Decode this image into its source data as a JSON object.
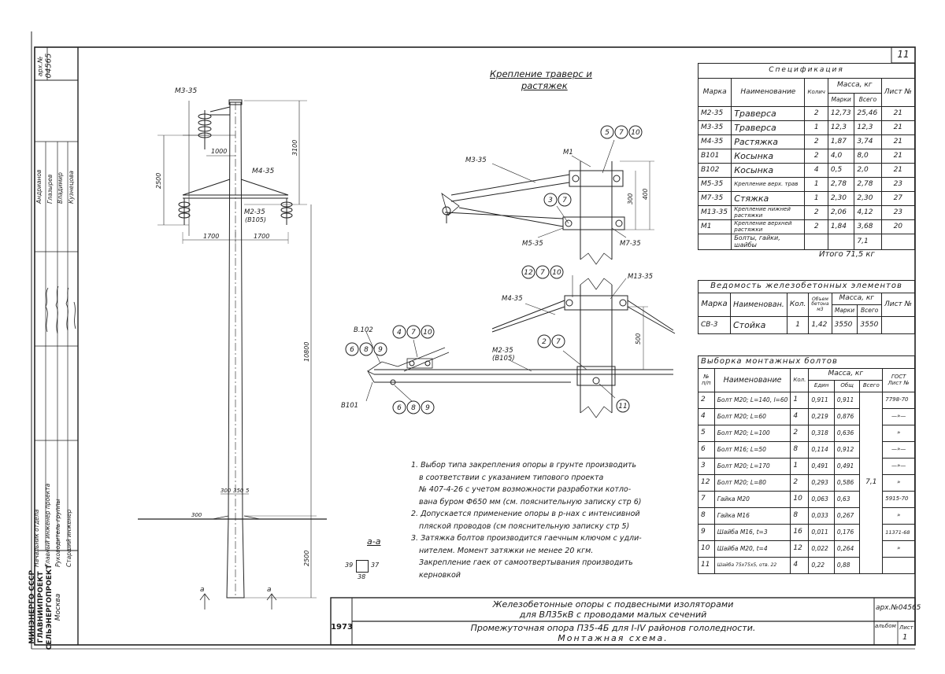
{
  "sheet_number": "11",
  "archive_no": "04565",
  "arch_label": "арх.№",
  "archive_full": "арх.№04565",
  "year": "1973",
  "org": {
    "l1": "МИНЭНЕРГО СССР",
    "l2": "ГЛАВНИИПРОЕКТ",
    "l3": "СЕЛЬЭНЕРГОПРОЕКТ",
    "l4": "Москва"
  },
  "roles": [
    "Начальник отдела",
    "Главный инженер проекта",
    "Руководитель группы",
    "Старший инженер"
  ],
  "names": [
    "Андрианов",
    "Глазырев",
    "Владимир",
    "Кузнецова"
  ],
  "stamp_title": {
    "line1": "Железобетонные опоры с подвесными изоляторами",
    "line2": "для ВЛ35кВ с проводами малых сечений",
    "line3": "Промежуточная опора П35-4Б для I-IV районов гололедности.",
    "line4": "Монтажная схема."
  },
  "stamp_album": "альбом",
  "stamp_sheet": "Лист",
  "stamp_sheet_no": "1",
  "drawing": {
    "m3": "М3-35",
    "m4": "М4-35",
    "m2": "М2-35",
    "b105": "(В105)",
    "d1000": "1000",
    "d2500a": "2500",
    "d3100": "3100",
    "d1700a": "1700",
    "d1700b": "1700",
    "d10800": "10800",
    "d2500b": "2500",
    "d300": "300",
    "d350": "350",
    "d5": "5",
    "ground": "300"
  },
  "detail": {
    "title_l1": "Крепление траверс   и",
    "title_l2": "растяжек",
    "callout_a": [
      "5",
      "7",
      "10"
    ],
    "callout_b": [
      "3",
      "7"
    ],
    "callout_c": [
      "12",
      "7",
      "10"
    ],
    "callout_d": [
      "4",
      "7",
      "10"
    ],
    "callout_e": [
      "6",
      "8",
      "9"
    ],
    "callout_f": [
      "2",
      "7"
    ],
    "callout_g": [
      "11"
    ],
    "callout_h": [
      "6",
      "8",
      "9"
    ],
    "m33": "М3-35",
    "m1": "М1",
    "m5": "М5-35",
    "m7": "М7-35",
    "m13": "М13-35",
    "m4": "М4-35",
    "m2": "М2-35",
    "b105": "(В105)",
    "b102": "В.102",
    "b101": "В101",
    "d300": "300",
    "d400": "400",
    "d500": "500"
  },
  "section": {
    "label": "а-а",
    "n39": "39",
    "n37": "37",
    "n38": "38",
    "a": "а"
  },
  "notes": [
    "1. Выбор типа закрепления опоры в грунте производить",
    "в соответствии с указанием типового проекта",
    "№ 407-4-26  с учетом возможности разработки котло-",
    "вана буром Ф650 мм (см. пояснительную записку стр 6)",
    "2. Допускается применение опоры в р-нах с интенсивной",
    "пляской проводов (см пояснительную записку стр 5)",
    "3. Затяжка болтов производится гаечным ключом с удли-",
    "нителем. Момент затяжки не менее 20 кгм.",
    "Закрепление гаек от самоотвертывания производить",
    "керновкой"
  ],
  "spec": {
    "title": "Спецификация",
    "headers": [
      "Марка",
      "Наименование",
      "Колич",
      "Масса, кг",
      "Марки",
      "Всего",
      "Лист №"
    ],
    "rows": [
      [
        "М2-35",
        "Траверса",
        "2",
        "12,73",
        "25,46",
        "21"
      ],
      [
        "М3-35",
        "Траверса",
        "1",
        "12,3",
        "12,3",
        "21"
      ],
      [
        "М4-35",
        "Растяжка",
        "2",
        "1,87",
        "3,74",
        "21"
      ],
      [
        "В101",
        "Косынка",
        "2",
        "4,0",
        "8,0",
        "21"
      ],
      [
        "В102",
        "Косынка",
        "4",
        "0,5",
        "2,0",
        "21"
      ],
      [
        "М5-35",
        "Крепление верх. трав",
        "1",
        "2,78",
        "2,78",
        "23"
      ],
      [
        "М7-35",
        "Стяжка",
        "1",
        "2,30",
        "2,30",
        "27"
      ],
      [
        "М13-35",
        "Крепление нижней растяжки",
        "2",
        "2,06",
        "4,12",
        "23"
      ],
      [
        "М1",
        "Крепление верхней растяжки",
        "2",
        "1,84",
        "3,68",
        "20"
      ],
      [
        "",
        "Болты, гайки, шайбы",
        "",
        "",
        "7,1",
        ""
      ]
    ],
    "total": "Итого   71,5 кг"
  },
  "rc": {
    "title": "Ведомость   железобетонных   элементов",
    "headers": [
      "Марка",
      "Наименован.",
      "Кол.",
      "Объем бетона м3",
      "Масса, кг",
      "Марки",
      "Всего",
      "Лист №"
    ],
    "rows": [
      [
        "СВ-3",
        "Стойка",
        "1",
        "1,42",
        "3550",
        "3550",
        ""
      ]
    ]
  },
  "bolts": {
    "title": "Выборка   монтажных   болтов",
    "headers": [
      "№ п/п",
      "Наименование",
      "Кол.",
      "Масса, кг",
      "Един",
      "Общ",
      "Всего",
      "ГОСТ Лист №"
    ],
    "rows": [
      [
        "2",
        "Болт М20; L=140, l=60",
        "1",
        "0,911",
        "0,911",
        "7798-70"
      ],
      [
        "4",
        "Болт М20; L=60",
        "4",
        "0,219",
        "0,876",
        "—»—"
      ],
      [
        "5",
        "Болт М20; L=100",
        "2",
        "0,318",
        "0,636",
        "»"
      ],
      [
        "6",
        "Болт М16; L=50",
        "8",
        "0,114",
        "0,912",
        "—»—"
      ],
      [
        "3",
        "Болт М20; L=170",
        "1",
        "0,491",
        "0,491",
        "—»—"
      ],
      [
        "12",
        "Болт М20; L=80",
        "2",
        "0,293",
        "0,586",
        "»"
      ],
      [
        "7",
        "Гайка М20",
        "10",
        "0,063",
        "0,63",
        "5915-70"
      ],
      [
        "8",
        "Гайка М16",
        "8",
        "0,033",
        "0,267",
        "»"
      ],
      [
        "9",
        "Шайба М16, t=3",
        "16",
        "0,011",
        "0,176",
        "11371-68"
      ],
      [
        "10",
        "Шайба М20, t=4",
        "12",
        "0,022",
        "0,264",
        "»"
      ],
      [
        "11",
        "Шайба 75х75х5, отв. 22",
        "4",
        "0,22",
        "0,88",
        ""
      ]
    ],
    "total": "7,1"
  }
}
